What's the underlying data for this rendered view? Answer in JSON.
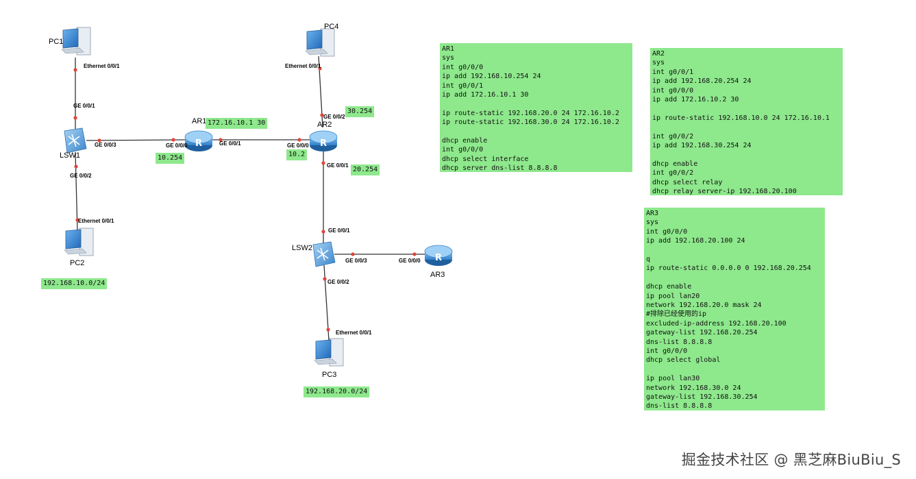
{
  "devices": {
    "pc1": "PC1",
    "pc2": "PC2",
    "pc3": "PC3",
    "pc4": "PC4",
    "lsw1": "LSW1",
    "lsw2": "LSW2",
    "ar1": "AR1",
    "ar2": "AR2",
    "ar3": "AR3"
  },
  "ports": {
    "pc1_eth": "Ethernet 0/0/1",
    "lsw1_g001": "GE 0/0/1",
    "lsw1_g003": "GE 0/0/3",
    "lsw1_g002": "GE 0/0/2",
    "pc2_eth": "Ethernet 0/0/1",
    "ar1_g000": "GE 0/0/0",
    "ar1_g001": "GE 0/0/1",
    "ar2_g000": "GE 0/0/0",
    "pc4_eth": "Ethernet 0/0/1",
    "ar2_g002": "GE 0/0/2",
    "ar2_g001": "GE 0/0/1",
    "lsw2_g001": "GE 0/0/1",
    "lsw2_g003": "GE 0/0/3",
    "ar3_g000": "GE 0/0/0",
    "lsw2_g002": "GE 0/0/2",
    "pc3_eth": "Ethernet 0/0/1"
  },
  "tags": {
    "ar1_ip": "172.16.10.1 30",
    "ar1_lan": "10.254",
    "ar2_wan": "10.2",
    "ar2_g002": "30.254",
    "ar2_g001": "20.254",
    "net_10": "192.168.10.0/24",
    "net_20": "192.168.20.0/24"
  },
  "configs": {
    "ar1": [
      "AR1",
      "sys",
      "int g0/0/0",
      "ip add 192.168.10.254 24",
      "int g0/0/1",
      "ip add 172.16.10.1 30",
      "",
      "ip route-static 192.168.20.0 24 172.16.10.2",
      "ip route-static 192.168.30.0 24 172.16.10.2",
      "",
      "dhcp enable",
      "int g0/0/0",
      "dhcp select interface",
      "dhcp server dns-list 8.8.8.8"
    ],
    "ar2": [
      "AR2",
      "sys",
      "int g0/0/1",
      "ip add 192.168.20.254 24",
      "int g0/0/0",
      "ip add 172.16.10.2 30",
      "",
      "ip route-static 192.168.10.0 24 172.16.10.1",
      "",
      "int g0/0/2",
      "ip add 192.168.30.254 24",
      "",
      "dhcp enable",
      "int g0/0/2",
      "dhcp select relay",
      "dhcp relay server-ip 192.168.20.100"
    ],
    "ar3": [
      "AR3",
      "sys",
      "int g0/0/0",
      "ip add 192.168.20.100 24",
      "",
      "q",
      "ip route-static 0.0.0.0 0 192.168.20.254",
      "",
      "dhcp enable",
      "ip pool lan20",
      "network 192.168.20.0 mask 24",
      "#排除已经使用的ip",
      "excluded-ip-address 192.168.20.100",
      "gateway-list 192.168.20.254",
      "dns-list 8.8.8.8",
      "int g0/0/0",
      "dhcp select global",
      "",
      "ip pool lan30",
      "network 192.168.30.0 24",
      "gateway-list 192.168.30.254",
      "dns-list 8.8.8.8"
    ]
  },
  "watermark": "掘金技术社区 @ 黑芝麻BiuBiu_S",
  "colors": {
    "tag_bg": "#8ee88c",
    "link": "#333333",
    "port_dot": "#e0453a",
    "device": "#3f8fd6"
  }
}
